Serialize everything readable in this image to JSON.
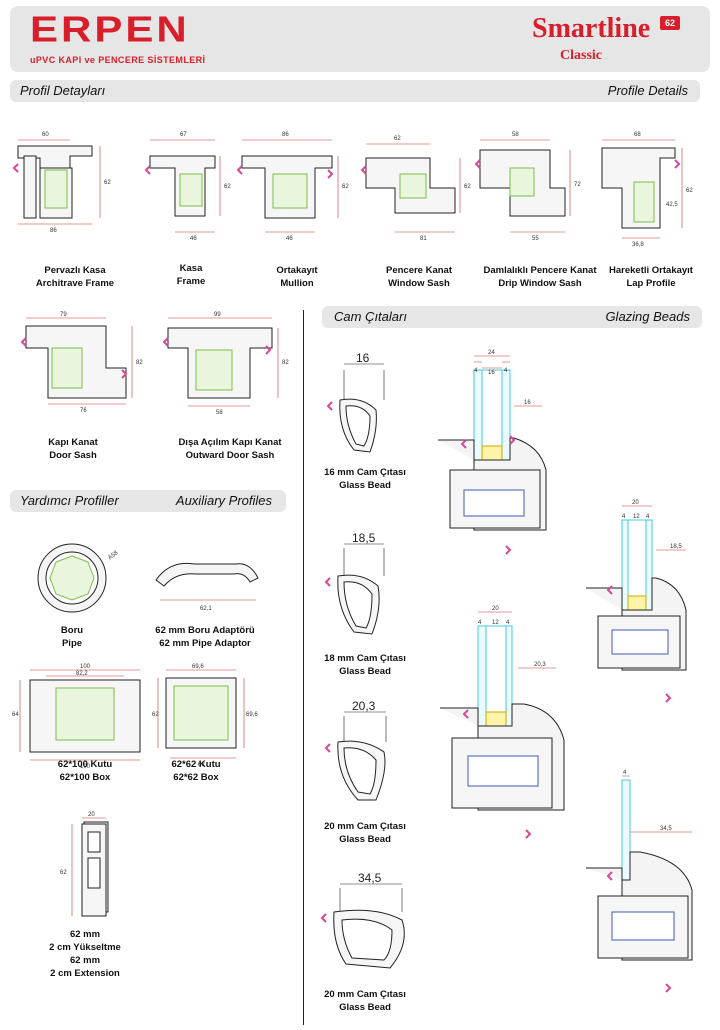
{
  "header": {
    "logo": "ERPEN",
    "tagline": "uPVC KAPI ve PENCERE SİSTEMLERİ",
    "brand_smart": "Smart",
    "brand_line": "line",
    "brand_badge": "62",
    "brand_sub": "Classic"
  },
  "sections": {
    "profile_tr": "Profil Detayları",
    "profile_en": "Profile Details",
    "aux_tr": "Yardımcı Profiller",
    "aux_en": "Auxiliary Profiles",
    "glazing_tr": "Cam Çıtaları",
    "glazing_en": "Glazing Beads"
  },
  "profiles": [
    {
      "tr": "Pervazlı Kasa",
      "en": "Architrave Frame",
      "dims": [
        "60",
        "62",
        "86"
      ]
    },
    {
      "tr": "Kasa",
      "en": "Frame",
      "dims": [
        "67",
        "62",
        "46"
      ]
    },
    {
      "tr": "Ortakayıt",
      "en": "Mullion",
      "dims": [
        "86",
        "62",
        "46"
      ]
    },
    {
      "tr": "Pencere Kanat",
      "en": "Window Sash",
      "dims": [
        "62",
        "62",
        "81"
      ]
    },
    {
      "tr": "Damlalıklı Pencere Kanat",
      "en": "Drip Window Sash",
      "dims": [
        "58",
        "72",
        "55"
      ]
    },
    {
      "tr": "Hareketli Ortakayıt",
      "en": "Lap Profile",
      "dims": [
        "68",
        "42,5",
        "62",
        "36,8"
      ]
    },
    {
      "tr": "Kapı Kanat",
      "en": "Door Sash",
      "dims": [
        "79",
        "82",
        "76"
      ]
    },
    {
      "tr": "Dışa Açılım Kapı Kanat",
      "en": "Outward Door Sash",
      "dims": [
        "99",
        "82",
        "58"
      ]
    }
  ],
  "aux": [
    {
      "tr": "Boru",
      "en": "Pipe",
      "dims": [
        "Ä58"
      ]
    },
    {
      "tr": "62 mm Boru Adaptörü",
      "en": "62 mm Pipe Adaptor",
      "dims": [
        "62,1"
      ]
    },
    {
      "tr": "62*100 Kutu",
      "en": "62*100 Box",
      "dims": [
        "100",
        "82,2",
        "64",
        "100"
      ]
    },
    {
      "tr": "62*62 Kutu",
      "en": "62*62 Box",
      "dims": [
        "69,6",
        "62",
        "69,6",
        "62"
      ]
    },
    {
      "tr": "62 mm",
      "en": "2 cm Yükseltme",
      "tr2": "62 mm",
      "en2": "2 cm Extension",
      "dims": [
        "20",
        "62"
      ]
    }
  ],
  "beads": [
    {
      "size": "16",
      "tr": "16 mm Cam Çıtası",
      "en": "Glass Bead"
    },
    {
      "size": "18,5",
      "tr": "18 mm Cam Çıtası",
      "en": "Glass Bead"
    },
    {
      "size": "20,3",
      "tr": "20 mm Cam Çıtası",
      "en": "Glass Bead"
    },
    {
      "size": "34,5",
      "tr": "20 mm Cam Çıtası",
      "en": "Glass Bead"
    }
  ],
  "assembly_dims": {
    "a1": [
      "24",
      "4",
      "16",
      "4",
      "16"
    ],
    "a2": [
      "20",
      "4",
      "12",
      "4",
      "18,5"
    ],
    "a3": [
      "20",
      "4",
      "12",
      "4",
      "20,3"
    ],
    "a4": [
      "4",
      "34,5"
    ]
  },
  "colors": {
    "brand_red": "#d81e2a",
    "bar_grey": "#e6e6e6",
    "gasket": "#d6489a",
    "steel": "#9bd46a",
    "glass": "#49c9d9"
  }
}
